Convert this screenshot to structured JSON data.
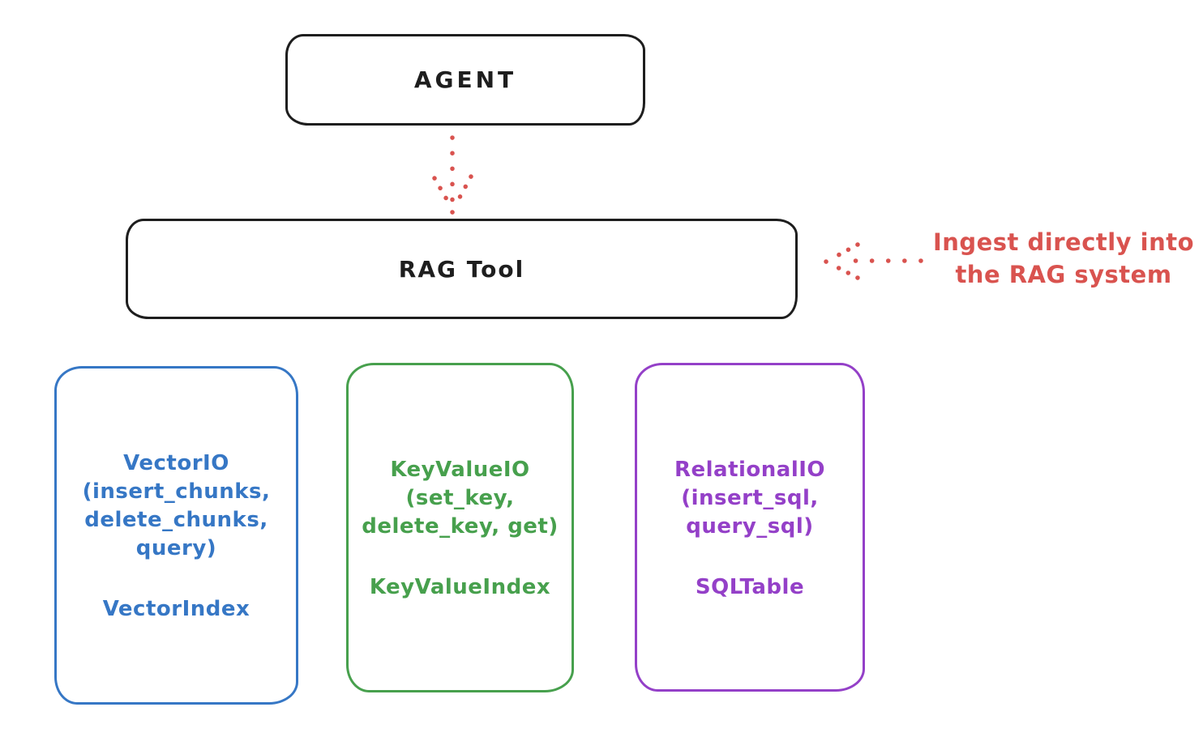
{
  "diagram": {
    "title_hint": "RAG Tool architecture sketch",
    "colors": {
      "ink": "#1e1e1e",
      "red": "#d9534f",
      "blue": "#3677c5",
      "green": "#47a04d",
      "purple": "#9440c8",
      "background": "#ffffff"
    },
    "agent": {
      "label": "AGENT"
    },
    "rag_tool": {
      "label": "RAG Tool"
    },
    "annotation": {
      "line1": "Ingest directly into",
      "line2": "the RAG system",
      "color": "#d9534f"
    },
    "arrows": {
      "agent_to_rag": "dotted-red-arrow-down",
      "annotation_to_rag": "dotted-red-arrow-left"
    },
    "backends": {
      "vector": {
        "color": "#3677c5",
        "line1": "VectorIO",
        "line2": "(insert_chunks,",
        "line3": "delete_chunks,",
        "line4": "query)",
        "index": "VectorIndex"
      },
      "keyvalue": {
        "color": "#47a04d",
        "line1": "KeyValueIO",
        "line2": "(set_key,",
        "line3": "delete_key, get)",
        "index": "KeyValueIndex"
      },
      "relational": {
        "color": "#9440c8",
        "line1": "RelationalIO",
        "line2": "(insert_sql,",
        "line3": "query_sql)",
        "index": "SQLTable"
      }
    }
  }
}
